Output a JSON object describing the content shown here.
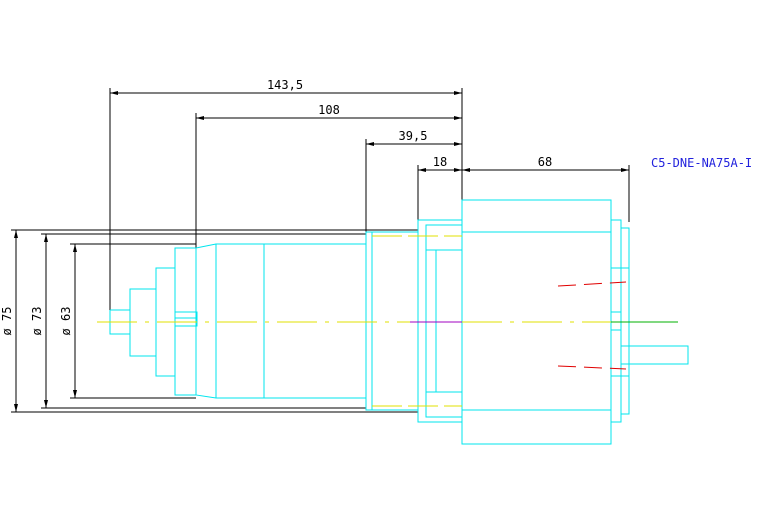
{
  "drawing": {
    "part_label": "C5-DNE-NA75A-I",
    "dimensions": {
      "overall_length": "143,5",
      "length_108": "108",
      "length_39_5": "39,5",
      "length_18": "18",
      "length_68": "68",
      "dia_75": "ø 75",
      "dia_73": "ø 73",
      "dia_63": "ø 63"
    },
    "colors": {
      "outline": "#00e5ee",
      "dimension": "#000000",
      "centerline_yellow": "#e0e000",
      "centerline_green": "#00b000",
      "centerline_purple": "#a000c0",
      "hidden_red": "#e00000",
      "label": "#2222dd"
    }
  }
}
